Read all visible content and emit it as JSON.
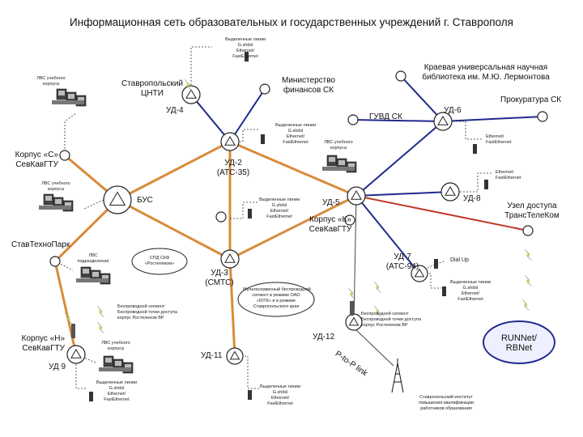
{
  "title": "Информационная сеть образовательных и государственных учреждений г. Ставрополя",
  "labels": {
    "stavropol_cnti": "Ставропольский\nЦНТИ",
    "ud4": "УД-4",
    "minfin": "Министерство\nфинансов СК",
    "library": "Краевая универсальная научная\nбиблиотека им. М.Ю. Лермонтова",
    "guvd": "ГУВД СК",
    "ud6": "УД-6",
    "prokuratura": "Прокуратура СК",
    "korpus_s": "Корпус «С»\nСевКавГТУ",
    "ud2": "УД-2\n(АТС-35)",
    "bus": "БУС",
    "ud5": "УД-5",
    "ud8": "УД-8",
    "transtelecom": "Узел доступа\nТрансТелеКом",
    "korpus_k": "Корпус «К»\nСевКавГТУ",
    "stavtehnopark": "СтавТехноПарк",
    "ud3": "УД-3\n(СМТС)",
    "ud7": "УД-7\n(АТС-94)",
    "korpus_n": "Корпус «Н»\nСевКавГТУ",
    "ud9": "УД 9",
    "ud12": "УД-12",
    "ud11": "УД-11",
    "runnet": "RUNNet/\nRBNet",
    "p2p": "P-to-P link"
  },
  "small": {
    "line1": "Выделенные линии\nG.shdsl\nEthernet/\nFastEthernet",
    "line2": "Выделенные линии\nG.shdsl\nEthernet/\nFastEthernet",
    "line3": "Выделенные линии\nG.shdsl\nEthernet/\nFastEthernet",
    "line4": "Выделенные линии\nG.shdsl\nEthernet/\nFastEthernet",
    "line5": "Выделенные линии\nG.shdsl\nEthernet/\nFastEthernet",
    "line6": "Выделенные линии\nG.shdsl\nEthernet/\nFastEthernet",
    "ud6_eth": "Ethernet/\nFastEthernet",
    "ud8_eth": "Ethernet/\nFastEthernet",
    "dialup": "Dial Up",
    "lvs1": "ЛВС учебного\nкорпуса",
    "lvs2": "ЛВС учебного\nкорпуса",
    "lvs3": "ЛВС учебного\nкорпуса",
    "lvs4": "ЛВС\nподразделения",
    "lvs5": "ЛВС учебного\nкорпуса",
    "spd": "СПД СКФ\n«Ростелеком»",
    "wireless_ud3": "Мультисервисный беспроводной\nсегмент в режиме ОАО\n«ЮТК» и в режиме\nСтавропольского края",
    "wireless_ud9": "Беспроводной сегмент\nБеспроводной точки доступа\nкорпус Ростелеком ВР",
    "wireless_ud12": "Беспроводной сегмент\nБеспроводной точки доступа\nкорпус Ростелеком ВР",
    "institute": "Ставропольский институт\nповышения квалификации\nработников образования"
  },
  "colors": {
    "backbone": "#d98b3a",
    "gov_link": "#1f2a8c",
    "transtelecom_link": "#c0392b",
    "thin_link": "#333333",
    "lightning": "#f2e600"
  }
}
